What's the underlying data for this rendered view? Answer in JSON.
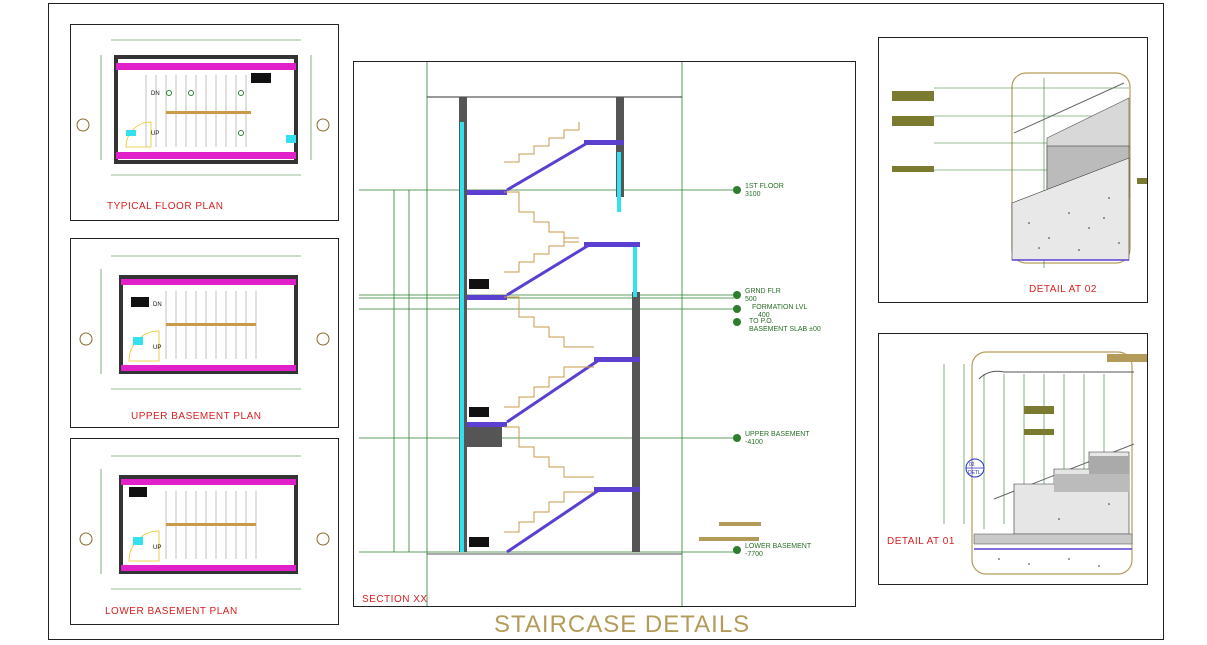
{
  "sheet": {
    "title": "STAIRCASE DETAILS"
  },
  "plans": {
    "typical": {
      "caption": "TYPICAL FLOOR PLAN",
      "dn": "DN",
      "up": "UP"
    },
    "upper": {
      "caption": "UPPER BASEMENT PLAN",
      "dn": "DN",
      "up": "UP"
    },
    "lower": {
      "caption": "LOWER BASEMENT PLAN",
      "up": "UP"
    }
  },
  "section": {
    "caption": "SECTION XX",
    "levels": {
      "first_floor": {
        "name": "1ST FLOOR",
        "value": "3100"
      },
      "ground": {
        "name": "GRND FLR",
        "value": "500"
      },
      "formation": {
        "name": "FORMATION LVL",
        "value": "400"
      },
      "basement_slab": {
        "name": "TO P.O.",
        "value": "BASEMENT SLAB ±00"
      },
      "upper_basement": {
        "name": "UPPER BASEMENT",
        "value": "-4100"
      },
      "lower_basement": {
        "name": "LOWER BASEMENT",
        "value": "-7700"
      }
    }
  },
  "details": {
    "d02": {
      "caption": "DETAIL AT 02"
    },
    "d01": {
      "caption": "DETAIL AT 01",
      "tag_top": "02",
      "tag_bottom": "DETL"
    }
  },
  "colors": {
    "magenta": "#e020c8",
    "purple": "#5a3fd0",
    "cyan": "#33e0ee",
    "green": "#2e7d2e",
    "tan": "#c89a4a",
    "red": "#d61f1f"
  }
}
